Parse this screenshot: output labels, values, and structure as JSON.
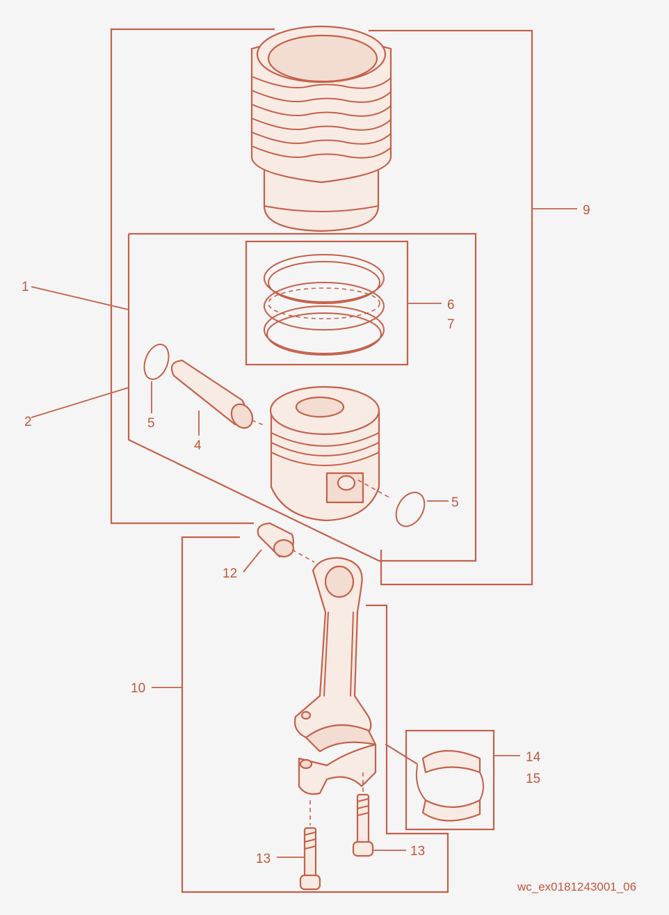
{
  "diagram": {
    "labels": {
      "l1": "1",
      "l2": "2",
      "l4": "4",
      "l5a": "5",
      "l5b": "5",
      "l6": "6",
      "l7": "7",
      "l9": "9",
      "l10": "10",
      "l12": "12",
      "l13a": "13",
      "l13b": "13",
      "l14": "14",
      "l15": "15"
    },
    "drawing_code": "wc_ex0181243001_06",
    "accent_color": "#c4604a",
    "background_color": "#f6f5f5"
  }
}
